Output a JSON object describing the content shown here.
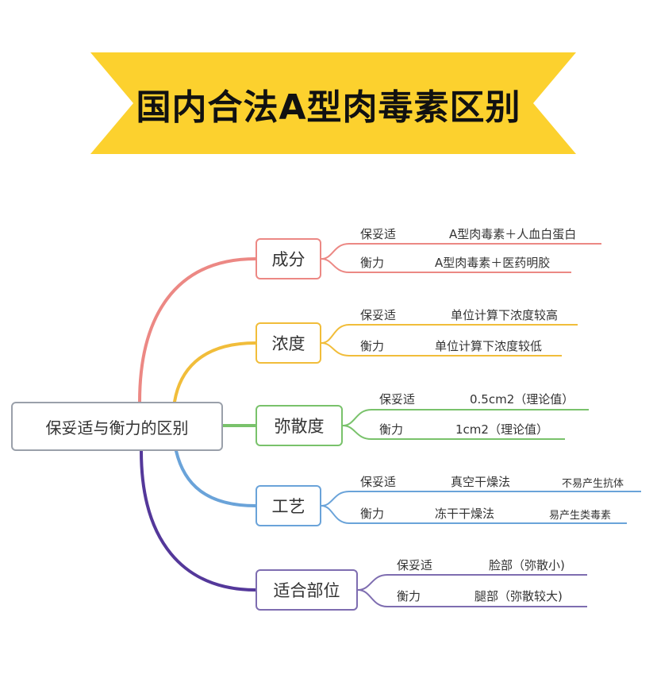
{
  "title": "国内合法A型肉毒素区别",
  "root": "保妥适与衡力的区别",
  "colors": {
    "banner": "#fcd12e",
    "branch_composition": "#ec8884",
    "branch_concentration": "#f1bd3a",
    "branch_diffusion": "#79c26b",
    "branch_process": "#6aa3d9",
    "branch_site": "#7e6db0"
  },
  "branches": [
    {
      "name": "成分",
      "items": [
        {
          "brand": "保妥适",
          "detail": "A型肉毒素＋人血白蛋白"
        },
        {
          "brand": "衡力",
          "detail": "A型肉毒素＋医药明胶"
        }
      ]
    },
    {
      "name": "浓度",
      "items": [
        {
          "brand": "保妥适",
          "detail": "单位计算下浓度较高"
        },
        {
          "brand": "衡力",
          "detail": "单位计算下浓度较低"
        }
      ]
    },
    {
      "name": "弥散度",
      "items": [
        {
          "brand": "保妥适",
          "detail": "0.5cm2（理论值）"
        },
        {
          "brand": "衡力",
          "detail": "1cm2（理论值）"
        }
      ]
    },
    {
      "name": "工艺",
      "items": [
        {
          "brand": "保妥适",
          "detail": "真空干燥法",
          "note": "不易产生抗体"
        },
        {
          "brand": "衡力",
          "detail": "冻干干燥法",
          "note": "易产生类毒素"
        }
      ]
    },
    {
      "name": "适合部位",
      "items": [
        {
          "brand": "保妥适",
          "detail": "脸部（弥散小)"
        },
        {
          "brand": "衡力",
          "detail": "腿部（弥散较大)"
        }
      ]
    }
  ]
}
